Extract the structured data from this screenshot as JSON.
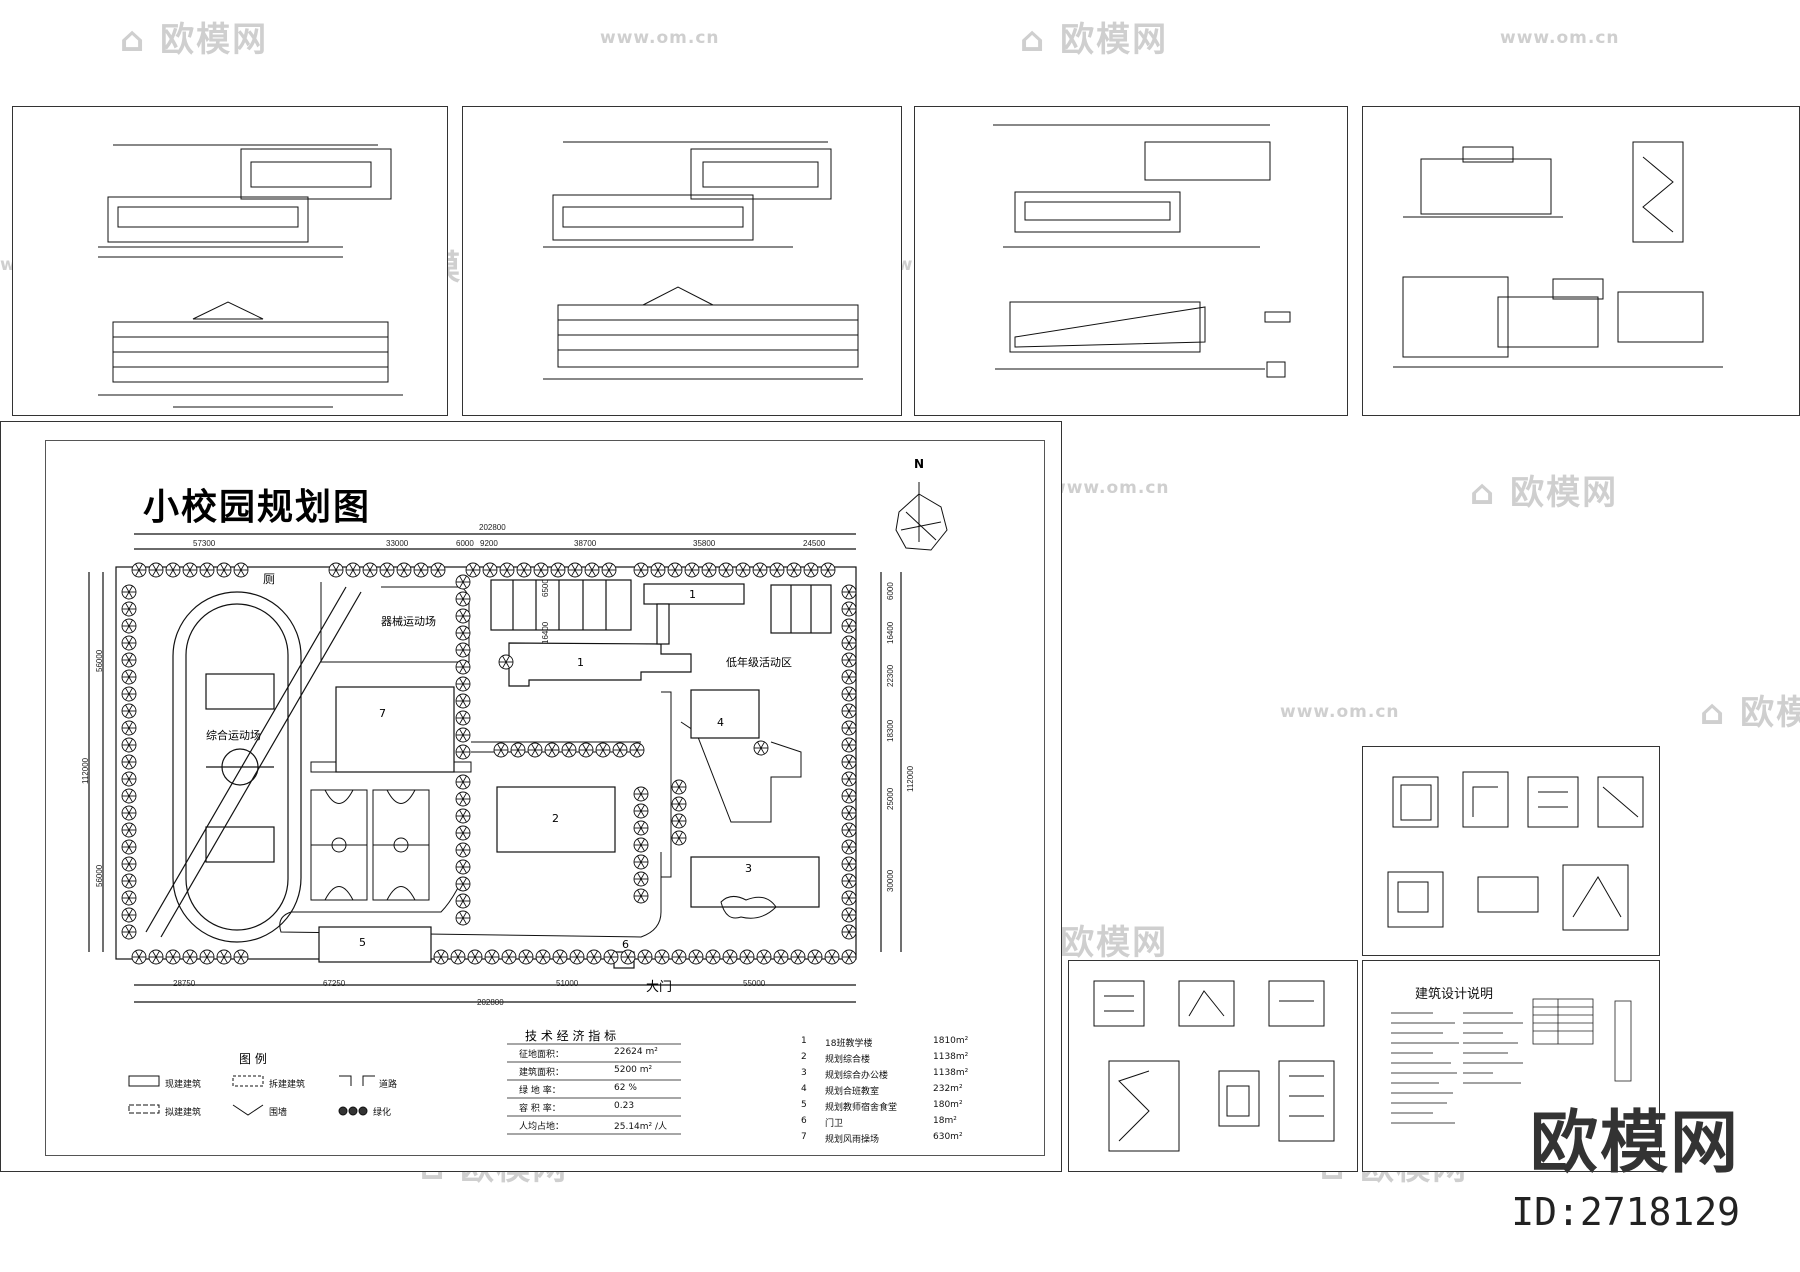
{
  "plan_title": "小校园规划图",
  "north": "N",
  "dims": {
    "top_total": "202800",
    "top_segments": [
      "57300",
      "33000",
      "6000",
      "9200",
      "38700",
      "35800",
      "24500"
    ],
    "bottom_segments": [
      "28750",
      "67250",
      "51000",
      "55000"
    ],
    "bottom_total": "202800",
    "left": [
      "56000",
      "112000",
      "56000"
    ],
    "right": [
      "6000",
      "16400",
      "22300",
      "18300",
      "112000",
      "25000",
      "30000"
    ],
    "inner": [
      "6500",
      "16400"
    ]
  },
  "areas": {
    "sports_field": "综合运动场",
    "equipment_area": "器械运动场",
    "junior_area": "低年级活动区",
    "gate": "大门",
    "toilet": "厕"
  },
  "building_numbers": [
    "1",
    "1",
    "2",
    "3",
    "4",
    "5",
    "6",
    "7"
  ],
  "tech": {
    "title": "技 术 经 济 指 标",
    "rows": [
      {
        "label": "征地面积：",
        "value": "22624 m²"
      },
      {
        "label": "建筑面积：",
        "value": "5200 m²"
      },
      {
        "label": "绿 地 率：",
        "value": "62  %"
      },
      {
        "label": "容 积 率：",
        "value": "0.23"
      },
      {
        "label": "人均占地：",
        "value": "25.14m² /人"
      }
    ]
  },
  "buildings": [
    {
      "no": "1",
      "name": "18班教学楼",
      "area": "1810m²"
    },
    {
      "no": "2",
      "name": "规划综合楼",
      "area": "1138m²"
    },
    {
      "no": "3",
      "name": "规划综合办公楼",
      "area": "1138m²"
    },
    {
      "no": "4",
      "name": "规划合班教室",
      "area": "232m²"
    },
    {
      "no": "5",
      "name": "规划教师宿舍食堂",
      "area": "180m²"
    },
    {
      "no": "6",
      "name": "门卫",
      "area": "18m²"
    },
    {
      "no": "7",
      "name": "规划风雨操场",
      "area": "630m²"
    }
  ],
  "legend": {
    "title": "图    例",
    "items": [
      "现建建筑",
      "拆建建筑",
      "道路",
      "拟建建筑",
      "围墙",
      "绿化"
    ]
  },
  "notes_title": "建筑设计说明",
  "watermarks": {
    "logo": "欧模网",
    "url": "www.om.cn"
  },
  "brand": "欧模网",
  "id": "ID:2718129",
  "colors": {
    "line": "#111111",
    "watermark": "#cfcfcf",
    "background": "#ffffff"
  }
}
